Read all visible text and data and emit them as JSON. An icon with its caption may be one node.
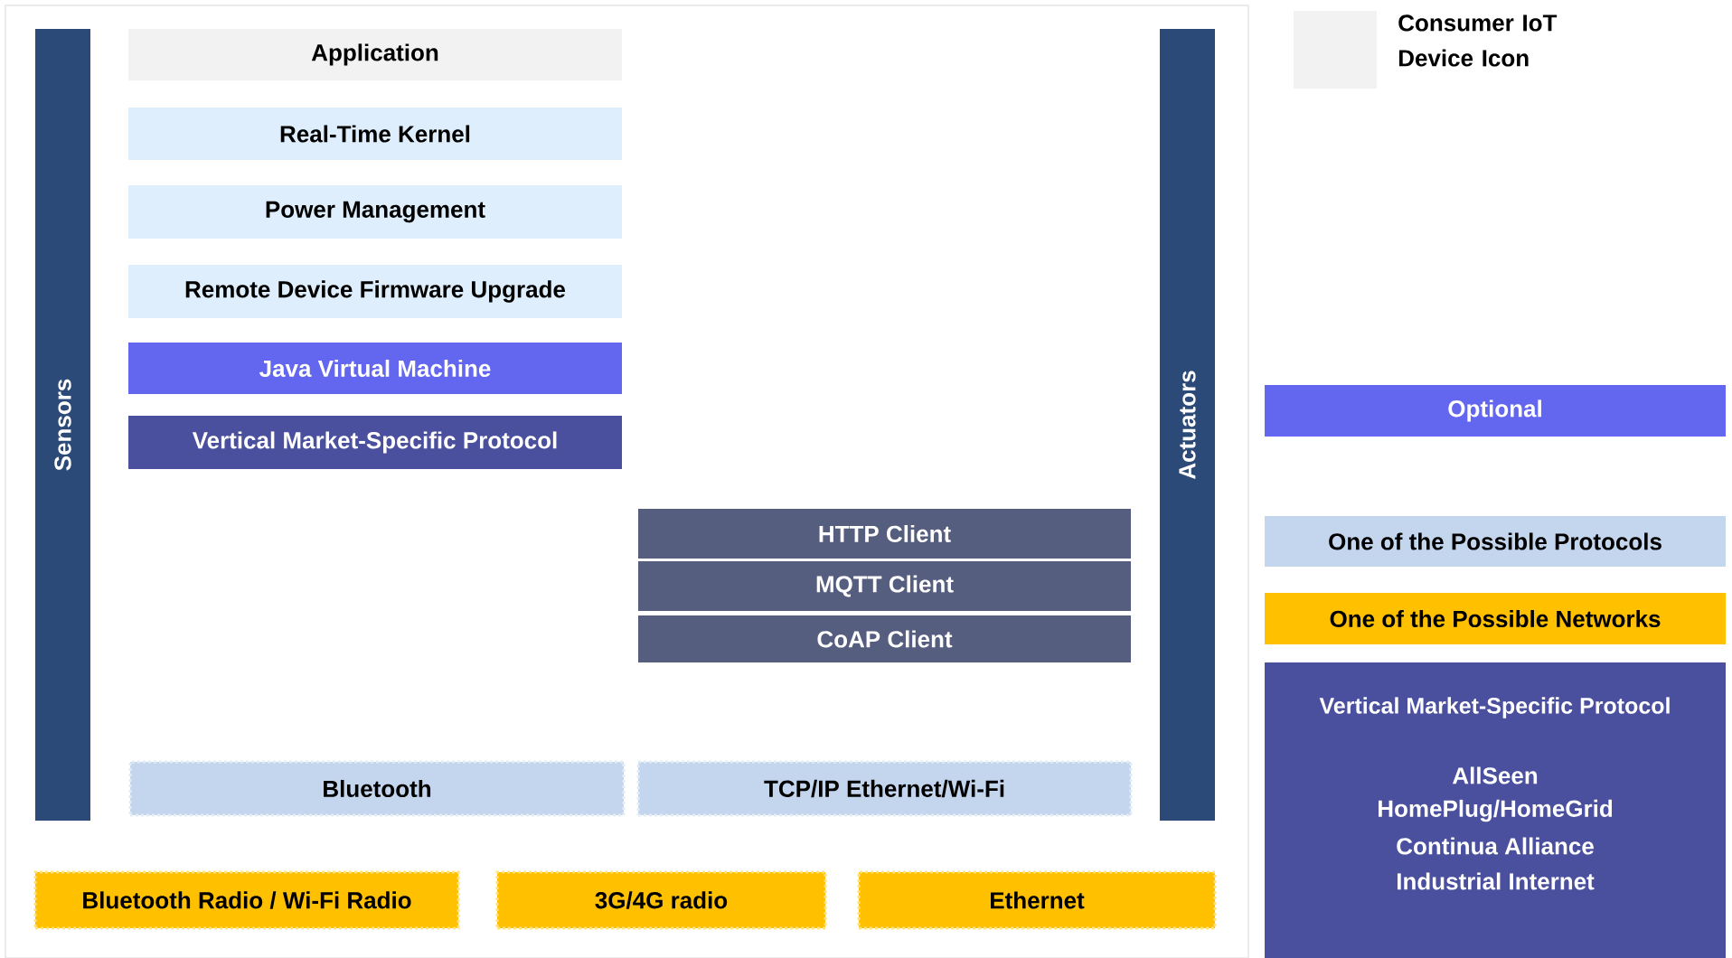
{
  "diagram": {
    "nodes": [
      {
        "text": [
          "Sensors"
        ]
      },
      {
        "text": [
          "Application"
        ]
      },
      {
        "text": [
          "Real-Time Kernel"
        ]
      },
      {
        "text": [
          "Power Management"
        ]
      },
      {
        "text": [
          "Remote Device Firmware Upgrade"
        ]
      },
      {
        "text": [
          "Java Virtual Machine"
        ]
      },
      {
        "text": [
          "Vertical Market-Specific Protocol"
        ]
      },
      {
        "text": [
          "Actuators"
        ]
      },
      {
        "text": [
          "HTTP Client"
        ]
      },
      {
        "text": [
          "MQTT Client"
        ]
      },
      {
        "text": [
          "CoAP Client"
        ]
      },
      {
        "text": [
          "Bluetooth"
        ]
      },
      {
        "text": [
          "TCP/IP Ethernet/Wi-Fi"
        ]
      },
      {
        "text": [
          "Bluetooth Radio / Wi-Fi Radio"
        ]
      },
      {
        "text": [
          "3G/4G radio"
        ]
      },
      {
        "text": [
          "Ethernet"
        ]
      }
    ],
    "labels": [
      "AllSeen",
      "HomePlug/HomeGrid",
      "Continua Alliance",
      "Industrial Internet"
    ],
    "legend": [
      {
        "text": "Consumer IoT Device Icon",
        "color": "#f2f2f2"
      },
      {
        "text": "Optional",
        "color": "#6366ee"
      },
      {
        "text": "One of the Possible Protocols",
        "color": "#c3d6ee"
      },
      {
        "text": "One of the Possible Networks",
        "color": "#ffc000"
      },
      {
        "text": "Vertical Market-Specific Protocol",
        "color": "#4a4f9e"
      }
    ]
  }
}
